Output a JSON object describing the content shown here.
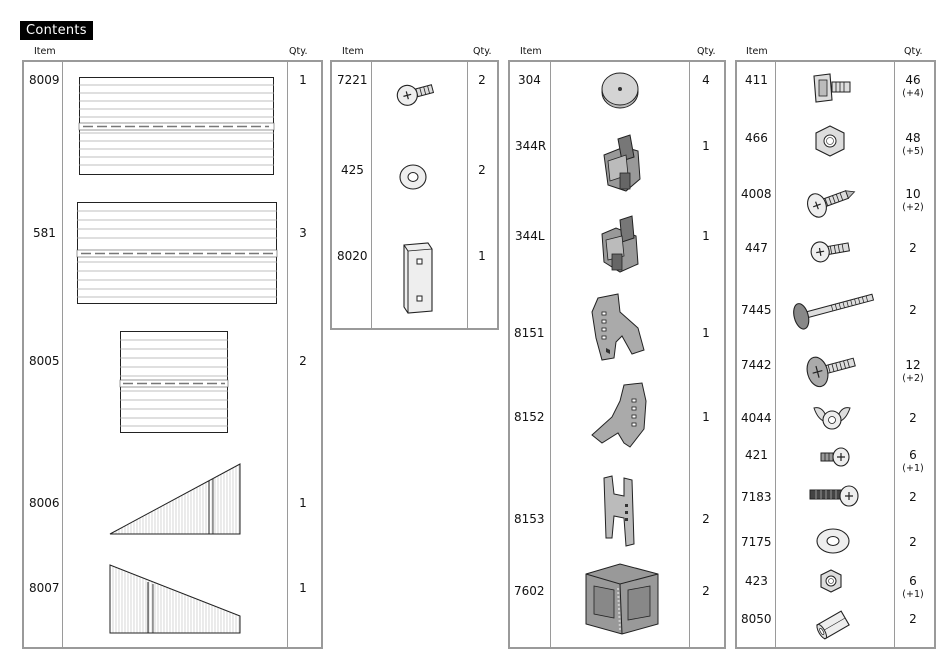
{
  "title": "Contents",
  "headers": {
    "item": "Item",
    "qty": "Qty."
  },
  "columns": [
    {
      "items": [
        {
          "id": "8009",
          "qty": "1",
          "icon": "wall-panel-icon"
        },
        {
          "id": "581",
          "qty": "3",
          "icon": "wall-panel-icon"
        },
        {
          "id": "8005",
          "qty": "2",
          "icon": "wall-panel-icon"
        },
        {
          "id": "8006",
          "qty": "1",
          "icon": "gable-panel-icon"
        },
        {
          "id": "8007",
          "qty": "1",
          "icon": "gable-panel-icon"
        }
      ]
    },
    {
      "items": [
        {
          "id": "7221",
          "qty": "2",
          "icon": "screw-icon"
        },
        {
          "id": "425",
          "qty": "2",
          "icon": "washer-icon"
        },
        {
          "id": "8020",
          "qty": "1",
          "icon": "bracket-icon"
        }
      ]
    },
    {
      "items": [
        {
          "id": "304",
          "qty": "4",
          "icon": "foot-pad-icon"
        },
        {
          "id": "344R",
          "qty": "1",
          "icon": "clip-right-icon"
        },
        {
          "id": "344L",
          "qty": "1",
          "icon": "clip-left-icon"
        },
        {
          "id": "8151",
          "qty": "1",
          "icon": "connector-icon"
        },
        {
          "id": "8152",
          "qty": "1",
          "icon": "connector-icon"
        },
        {
          "id": "8153",
          "qty": "2",
          "icon": "connector-icon"
        },
        {
          "id": "7602",
          "qty": "2",
          "icon": "corner-bracket-icon"
        }
      ]
    },
    {
      "items": [
        {
          "id": "411",
          "qty": "46",
          "extra": "(+4)",
          "icon": "square-nut-bolt-icon"
        },
        {
          "id": "466",
          "qty": "48",
          "extra": "(+5)",
          "icon": "hex-nut-icon"
        },
        {
          "id": "4008",
          "qty": "10",
          "extra": "(+2)",
          "icon": "self-drilling-screw-icon"
        },
        {
          "id": "447",
          "qty": "2",
          "icon": "screw-icon"
        },
        {
          "id": "7445",
          "qty": "2",
          "icon": "long-screw-icon"
        },
        {
          "id": "7442",
          "qty": "12",
          "extra": "(+2)",
          "icon": "wafer-screw-icon"
        },
        {
          "id": "4044",
          "qty": "2",
          "icon": "wing-nut-icon"
        },
        {
          "id": "421",
          "qty": "6",
          "extra": "(+1)",
          "icon": "short-bolt-icon"
        },
        {
          "id": "7183",
          "qty": "2",
          "icon": "long-bolt-icon"
        },
        {
          "id": "7175",
          "qty": "2",
          "icon": "washer-icon"
        },
        {
          "id": "423",
          "qty": "6",
          "extra": "(+1)",
          "icon": "lock-nut-icon"
        },
        {
          "id": "8050",
          "qty": "2",
          "icon": "standoff-icon"
        }
      ]
    }
  ]
}
